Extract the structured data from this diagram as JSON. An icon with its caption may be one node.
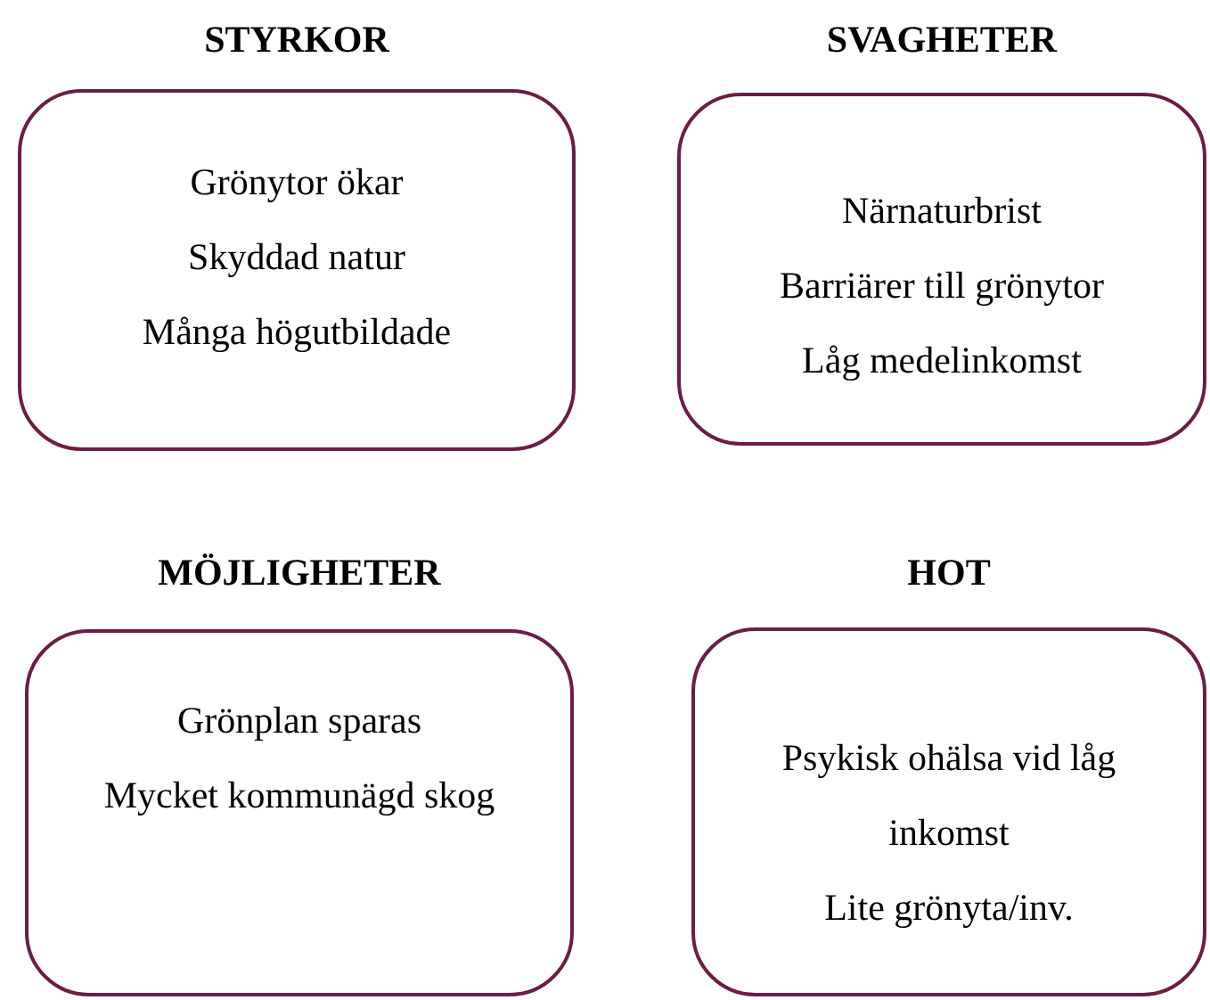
{
  "diagram": {
    "nodes": [
      {
        "text": [
          "STYRKOR",
          "Grönytor ökar",
          "Skyddad natur",
          "Många högutbildade"
        ]
      },
      {
        "text": [
          "SVAGHETER",
          "Närnaturbrist",
          "Barriärer till grönytor",
          "Låg medelinkomst"
        ]
      },
      {
        "text": [
          "MÖJLIGHETER",
          "Grönplan sparas",
          "Mycket kommunägd skog"
        ]
      },
      {
        "text": [
          "HOT",
          "Psykisk ohälsa vid låg inkomst",
          "Lite grönyta/inv."
        ]
      }
    ]
  }
}
